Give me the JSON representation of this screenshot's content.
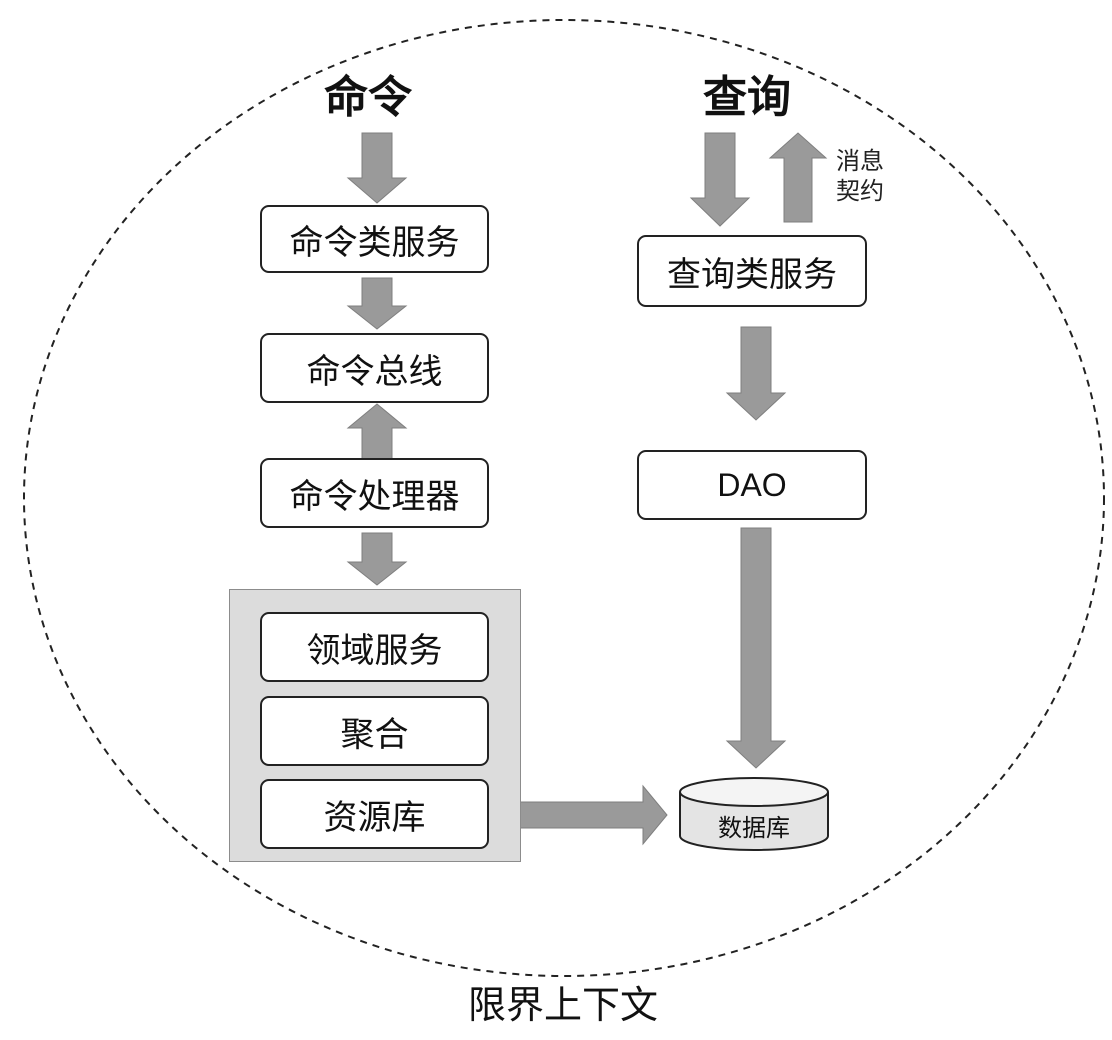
{
  "command": {
    "title": "命令",
    "service": "命令类服务",
    "bus": "命令总线",
    "handler": "命令处理器",
    "domain_service": "领域服务",
    "aggregate": "聚合",
    "repository": "资源库"
  },
  "query": {
    "title": "查询",
    "message_contract": [
      "消息",
      "契约"
    ],
    "service": "查询类服务",
    "dao": "DAO"
  },
  "database": "数据库",
  "context_label": "限界上下文",
  "colors": {
    "arrow": "#9a9a9a",
    "panel": "#dcdcdc",
    "database": "#e4e4e4",
    "border": "#222222"
  }
}
